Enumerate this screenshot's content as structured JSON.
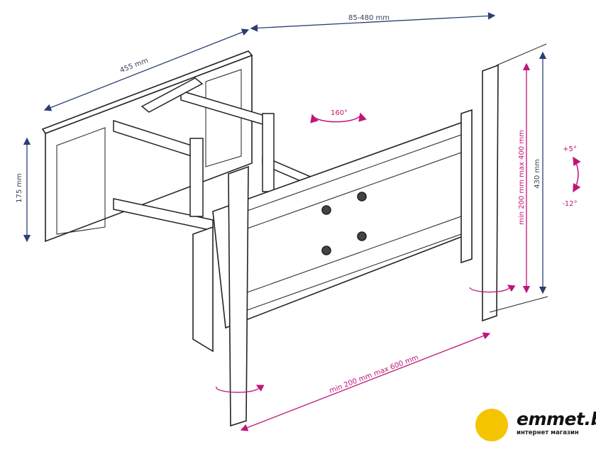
{
  "dimensions": {
    "depth": "85-480 mm",
    "wall_plate_width": "455 mm",
    "wall_plate_height": "175 mm",
    "bracket_height": "430 mm",
    "vesa_vertical": "min 200 mm max 400 mm",
    "vesa_horizontal": "min 200 mm max 600 mm"
  },
  "angles": {
    "swivel": "160°",
    "tilt_up": "+5°",
    "tilt_down": "-12°"
  },
  "logo": {
    "name": "emmet.by",
    "tagline": "интернет магазин"
  },
  "colors": {
    "dimension_line": "#2b3f73",
    "vesa_line": "#c0157a",
    "logo_yellow": "#f5c400"
  }
}
